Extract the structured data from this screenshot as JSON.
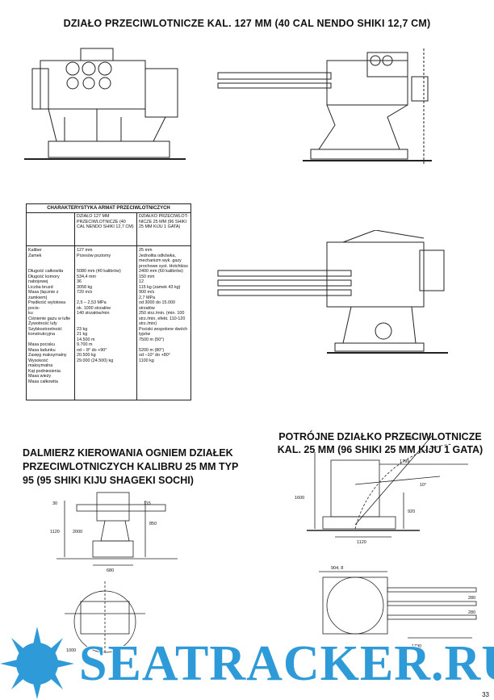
{
  "titles": {
    "main": "DZIAŁO PRZECIWLOTNICZE KAL. 127 MM (40 CAL NENDO SHIKI 12,7 CM)",
    "triple_line1": "POTRÓJNE DZIAŁKO PRZECIWLOTNICZE",
    "triple_line2": "KAL. 25 MM (96 SHIKI 25 MM KIJU 1 GATA)",
    "rangefinder_line1": "DALMIERZ KIEROWANIA OGNIEM DZIAŁEK",
    "rangefinder_line2": "PRZECIWLOTNICZYCH KALIBRU 25 MM TYP",
    "rangefinder_line3": "95 (95 SHIKI KIJU SHAGEKI SOCHI)"
  },
  "table": {
    "title": "CHARAKTERYSTYKA ARMAT PRZECIWLOTNICZYCH",
    "col1_header": "DZIAŁO 127 MM PRZECIWLOTNICZE (40 CAL NENDO SHIKI 12,7 CM)",
    "col2_header": "DZIAŁKO PRZECIWLOT-NICZE 25 MM (96 SHIKI 25 MM KIJU 1 GATA)",
    "labels": "Kaliber\nZamek\n\n\nDługość całkowita\nDługość komory nabojowej\nLiczba bruzd\nMasa (łącznie z zamkiem)\nPrędkość wylotowa pocis-\nku\nCiśnienie gazu w lufie\nŻywotność lufy\nSzybkostrzelność\nkonstrukcyjna\n\nMasa pocisku\nMasa ładunku\nZasięg maksymalny\nWysokość maksymalna\nKąt podniesienia\nMasa wieży\nMasa całkowita",
    "col1_values": "127 mm\nPrzesów poziomy\n\n\n5080 mm (40 kalibrów)\n534,4 mm\n36\n3058 kg\n720 m/s\n\n2,5 – 2,53 MPa\nok. 1000 strzałów\n140 strzałów/min\n\n\n23 kg\n21 kg\n14.500 m\n9.700 m\nod – 8° do +90°\n20.500 kg\n29.000 (24.500) kg",
    "col2_values": "25 mm\nJednolita odkówka, mechanizm wyk. gazy prochowe syst. Hotchkiss\n2400 mm (60 kalibrów)\n150 mm\n12\n115 kg (zamek 43 kg)\n900 m/s\n2,7 MPa\nod 3000 do 15.000 strzałów\n250 strz./min. (min. 100 strz./min, efekt. 110-120 strz./min)\nPociski zespolone dwóch typów\n7500 m (50°)\n\n5200 m (80°)\nod –10° do +80°\n1100 kg"
  },
  "dimensions": {
    "d_1799": "1799",
    "d_80deg": "80°",
    "d_10deg": "10°",
    "d_1600": "1600",
    "d_920": "920",
    "d_1120_bottom": "1120",
    "d_904": "904, 8",
    "d_280a": "280",
    "d_280b": "280",
    "d_1730": "1730",
    "rf_30": "30",
    "rf_115": "115",
    "rf_1120": "1120",
    "rf_2000": "2000",
    "rf_850": "850",
    "rf_680": "680",
    "rf_1000": "1000"
  },
  "watermark": "SEATRACKER.RU",
  "page_number": "33"
}
